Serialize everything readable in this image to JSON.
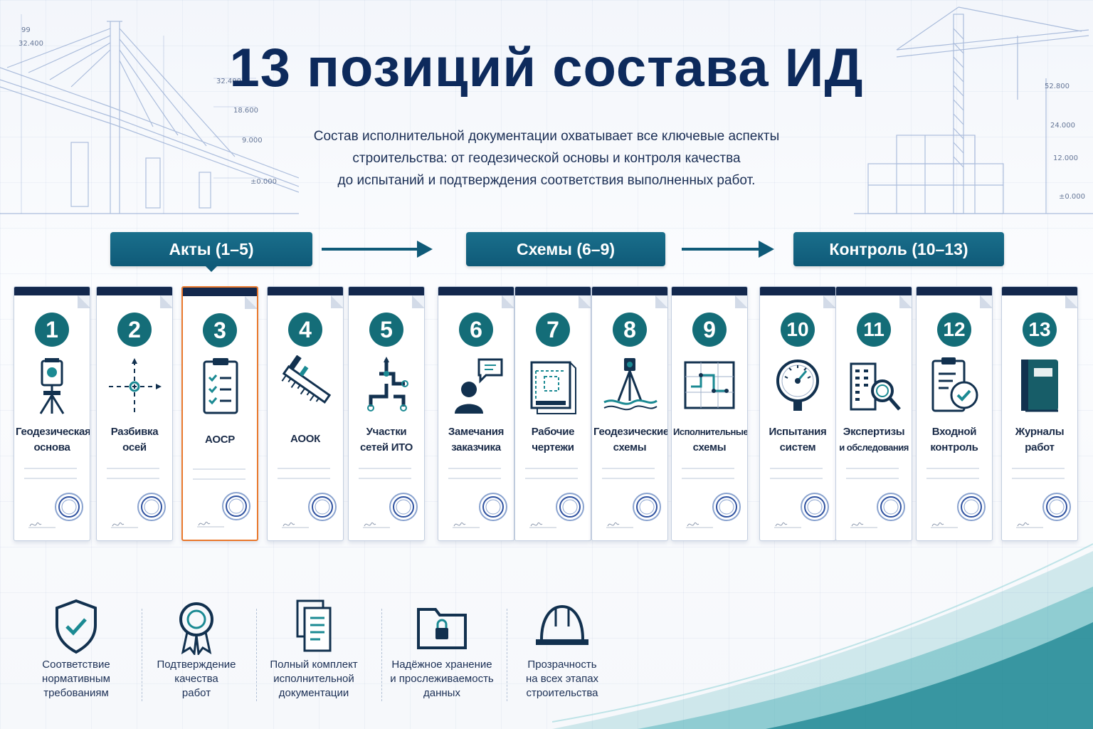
{
  "header": {
    "title": "13 позиций состава ИД",
    "subtitle_lines": [
      "Состав исполнительной документации охватывает все ключевые аспекты",
      "строительства: от геодезической основы и контроля качества",
      "до испытаний и подтверждения соответствия выполненных работ."
    ]
  },
  "background_marks": {
    "left": [
      "99",
      "32.400",
      "32.400",
      "18.600",
      "9.000",
      "±0.000"
    ],
    "right": [
      "52.800",
      "24.000",
      "12.000",
      "±0.000"
    ]
  },
  "groups": [
    {
      "label": "Акты (1–5)"
    },
    {
      "label": "Схемы (6–9)"
    },
    {
      "label": "Контроль (10–13)"
    }
  ],
  "cards": [
    {
      "number": "1",
      "label_lines": [
        "Геодезическая",
        "основа"
      ],
      "icon": "total-station-icon"
    },
    {
      "number": "2",
      "label_lines": [
        "Разбивка",
        "осей"
      ],
      "icon": "axes-crosshair-icon"
    },
    {
      "number": "3",
      "label_lines": [
        "АОСР"
      ],
      "icon": "clipboard-checklist-icon"
    },
    {
      "number": "4",
      "label_lines": [
        "АООК"
      ],
      "icon": "caliper-icon"
    },
    {
      "number": "5",
      "label_lines": [
        "Участки",
        "сетей ИТО"
      ],
      "icon": "pipe-network-icon"
    },
    {
      "number": "6",
      "label_lines": [
        "Замечания",
        "заказчика"
      ],
      "icon": "person-comment-icon"
    },
    {
      "number": "7",
      "label_lines": [
        "Рабочие",
        "чертежи"
      ],
      "icon": "drawing-sheet-icon"
    },
    {
      "number": "8",
      "label_lines": [
        "Геодезические",
        "схемы"
      ],
      "icon": "tripod-survey-icon"
    },
    {
      "number": "9",
      "label_lines": [
        "Исполнительные",
        "схемы"
      ],
      "icon": "as-built-scheme-icon"
    },
    {
      "number": "10",
      "label_lines": [
        "Испытания",
        "систем"
      ],
      "icon": "pressure-gauge-icon"
    },
    {
      "number": "11",
      "label_lines": [
        "Экспертизы",
        "и обследования"
      ],
      "icon": "building-magnifier-icon"
    },
    {
      "number": "12",
      "label_lines": [
        "Входной",
        "контроль"
      ],
      "icon": "clipboard-approved-icon"
    },
    {
      "number": "13",
      "label_lines": [
        "Журналы",
        "работ"
      ],
      "icon": "journal-book-icon"
    }
  ],
  "active_card": "3",
  "benefits": [
    {
      "icon": "shield-check-icon",
      "lines": [
        "Соответствие",
        "нормативным",
        "требованиям"
      ]
    },
    {
      "icon": "award-medal-icon",
      "lines": [
        "Подтверждение",
        "качества",
        "работ"
      ]
    },
    {
      "icon": "documents-icon",
      "lines": [
        "Полный комплект",
        "исполнительной",
        "документации"
      ]
    },
    {
      "icon": "locked-folder-icon",
      "lines": [
        "Надёжное хранение",
        "и прослеживаемость",
        "данных"
      ]
    },
    {
      "icon": "hard-hat-icon",
      "lines": [
        "Прозрачность",
        "на всех этапах",
        "строительства"
      ]
    }
  ],
  "colors": {
    "title": "#0d2a5c",
    "group_banner": "#146c8a",
    "number_badge": "#146d78",
    "card_bar": "#13284d",
    "active_border": "#e9782c",
    "accent_teal": "#1b9aa4"
  }
}
